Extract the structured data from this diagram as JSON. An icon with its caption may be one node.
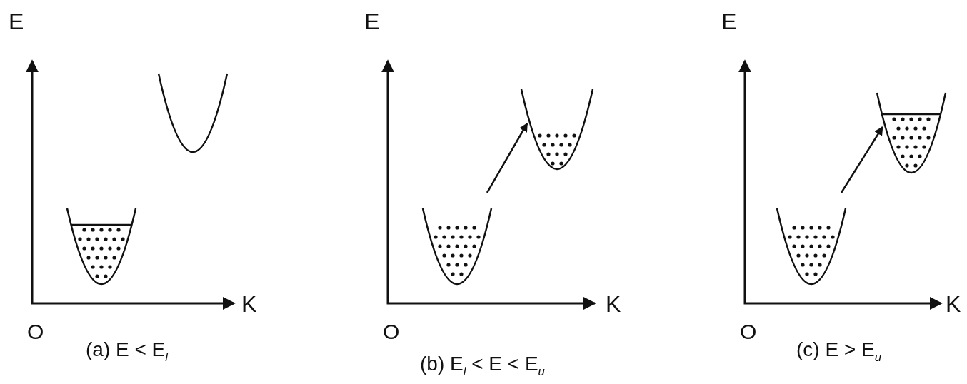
{
  "diagram": {
    "nodes": [
      {
        "text": [],
        "shape": "picture"
      },
      {
        "text": [],
        "shape": "picture"
      },
      {
        "text": [],
        "shape": "picture"
      },
      {
        "text": [],
        "shape": "picture"
      },
      {
        "text": [],
        "shape": "picture"
      },
      {
        "text": [],
        "shape": "picture"
      }
    ],
    "edges": [
      {
        "from": 2,
        "to": 3,
        "arrow": "to"
      },
      {
        "from": 4,
        "to": 5,
        "arrow": "to"
      }
    ],
    "labels": [
      "E",
      "E",
      "E",
      "K",
      "K",
      "K",
      "O",
      "O",
      "O",
      "(a) E < E$_{l}$",
      "(b) E$_{l}$ < E < E$_{u}$",
      "(c) E > E$_{u}$"
    ]
  }
}
